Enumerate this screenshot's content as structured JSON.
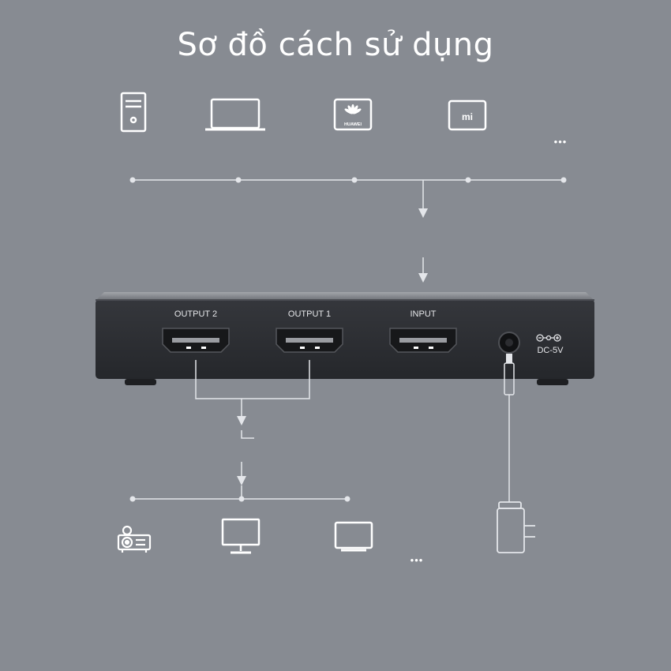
{
  "title": "Sơ đồ cách sử dụng",
  "sources": {
    "icons": [
      "desktop-pc-icon",
      "laptop-icon",
      "huawei-phone-icon",
      "xiaomi-box-icon"
    ],
    "huawei_brand": "HUAWEI",
    "xiaomi_brand": "mi",
    "more": "•••"
  },
  "device": {
    "port_output2": "OUTPUT 2",
    "port_output1": "OUTPUT 1",
    "port_input": "INPUT",
    "power_label": "DC-5V"
  },
  "displays": {
    "icons": [
      "projector-icon",
      "monitor-icon",
      "tv-icon"
    ],
    "more": "•••"
  },
  "colors": {
    "background": "#878b92",
    "line": "#e4e6ea",
    "device_body": "#2f3136",
    "device_top": "#8d9096"
  }
}
